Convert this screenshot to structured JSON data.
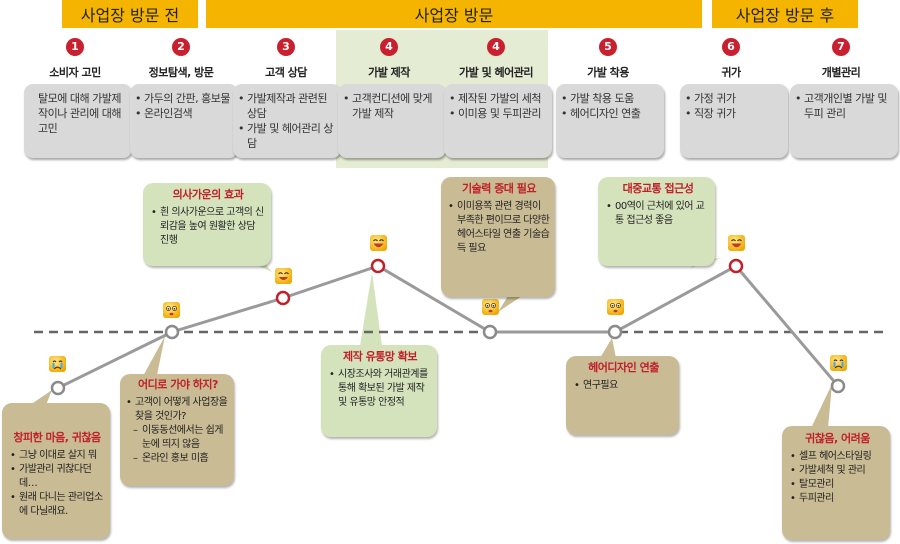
{
  "phases": [
    {
      "label": "사업장 방문 전"
    },
    {
      "label": "사업장 방문"
    },
    {
      "label": "사업장 방문 후"
    }
  ],
  "stages": [
    {
      "num": "1",
      "title": "소비자 고민",
      "items": [
        "탈모에 대해 가발제작이나 관리에 대해 고민"
      ]
    },
    {
      "num": "2",
      "title": "정보탐색, 방문",
      "items": [
        "가두의 간판, 홍보물",
        "온라인검색"
      ]
    },
    {
      "num": "3",
      "title": "고객 상담",
      "items": [
        "가발제작과 관련된 상담",
        "가발 및 헤어관리 상담"
      ]
    },
    {
      "num": "4",
      "title": "가발 제작",
      "items": [
        "고객컨디션에 맞게 가발 제작"
      ]
    },
    {
      "num": "4",
      "title": "가발 및 헤어관리",
      "items": [
        "제작된 가발의 세척",
        "이미용 및 두피관리"
      ]
    },
    {
      "num": "5",
      "title": "가발 착용",
      "items": [
        "가발 착용 도움",
        "헤어디자인 연출"
      ]
    },
    {
      "num": "6",
      "title": "귀가",
      "items": [
        "가정 귀가",
        "직장 귀가"
      ]
    },
    {
      "num": "7",
      "title": "개별관리",
      "items": [
        "고객개인별 가발 및 두피 관리"
      ]
    }
  ],
  "bubbles": [
    {
      "title": "창피한 마음, 귀찮음",
      "items": [
        "그냥 이대로 살지 뭐",
        "가발관리 귀찮다던데…",
        "원래 다니는 관리업소에 다닐래요."
      ]
    },
    {
      "title": "어디로 가야 하지?",
      "items": [
        "고객이 어떻게 사업장을 찾을 것인가?"
      ],
      "subs": [
        "이동동선에서는 쉽게 눈에 띄지 않음",
        "온라인 홍보 미흡"
      ]
    },
    {
      "title": "의사가운의 효과",
      "items": [
        "흰 의사가운으로 고객의 신뢰감을 높여 원활한 상담 진행"
      ]
    },
    {
      "title": "제작 유통망 확보",
      "items": [
        "시장조사와 거래관계를 통해 확보된 가발 제작 및 유통망 안정적"
      ]
    },
    {
      "title": "기술력 증대 필요",
      "items": [
        "이미용쪽 관련 경력이 부족한 편이므로 다양한 헤어스타일 연출 기술습득 필요"
      ]
    },
    {
      "title": "헤어디자인 연출",
      "items": [
        "연구필요"
      ]
    },
    {
      "title": "대중교통 접근성",
      "items": [
        "00역이 근처에 있어 교통 접근성 좋음"
      ]
    },
    {
      "title": "귀찮음, 어려움",
      "items": [
        "셀프 헤어스타일링",
        "가발세척 및 관리",
        "탈모관리",
        "두피관리"
      ]
    }
  ],
  "journey": {
    "emotion_levels": [
      {
        "stage": "1",
        "level": "negative",
        "face": "crying"
      },
      {
        "stage": "2",
        "level": "neutral",
        "face": "worried"
      },
      {
        "stage": "3",
        "level": "positive",
        "face": "smiling"
      },
      {
        "stage": "4",
        "level": "very positive",
        "face": "laughing"
      },
      {
        "stage": "4",
        "level": "neutral",
        "face": "worried"
      },
      {
        "stage": "5",
        "level": "neutral",
        "face": "worried"
      },
      {
        "stage": "6",
        "level": "very positive",
        "face": "laughing"
      },
      {
        "stage": "7",
        "level": "negative",
        "face": "crying"
      }
    ]
  },
  "colors": {
    "phase_bar": "#f5b400",
    "number_badge": "#c8202e",
    "positive_bubble": "#d5e3bd",
    "negative_bubble": "#c9bb94",
    "bubble_title": "#c0202a",
    "journey_line": "#9a9a9a",
    "positive_node": "#c0202a",
    "neutral_node": "#8a8a8a"
  }
}
